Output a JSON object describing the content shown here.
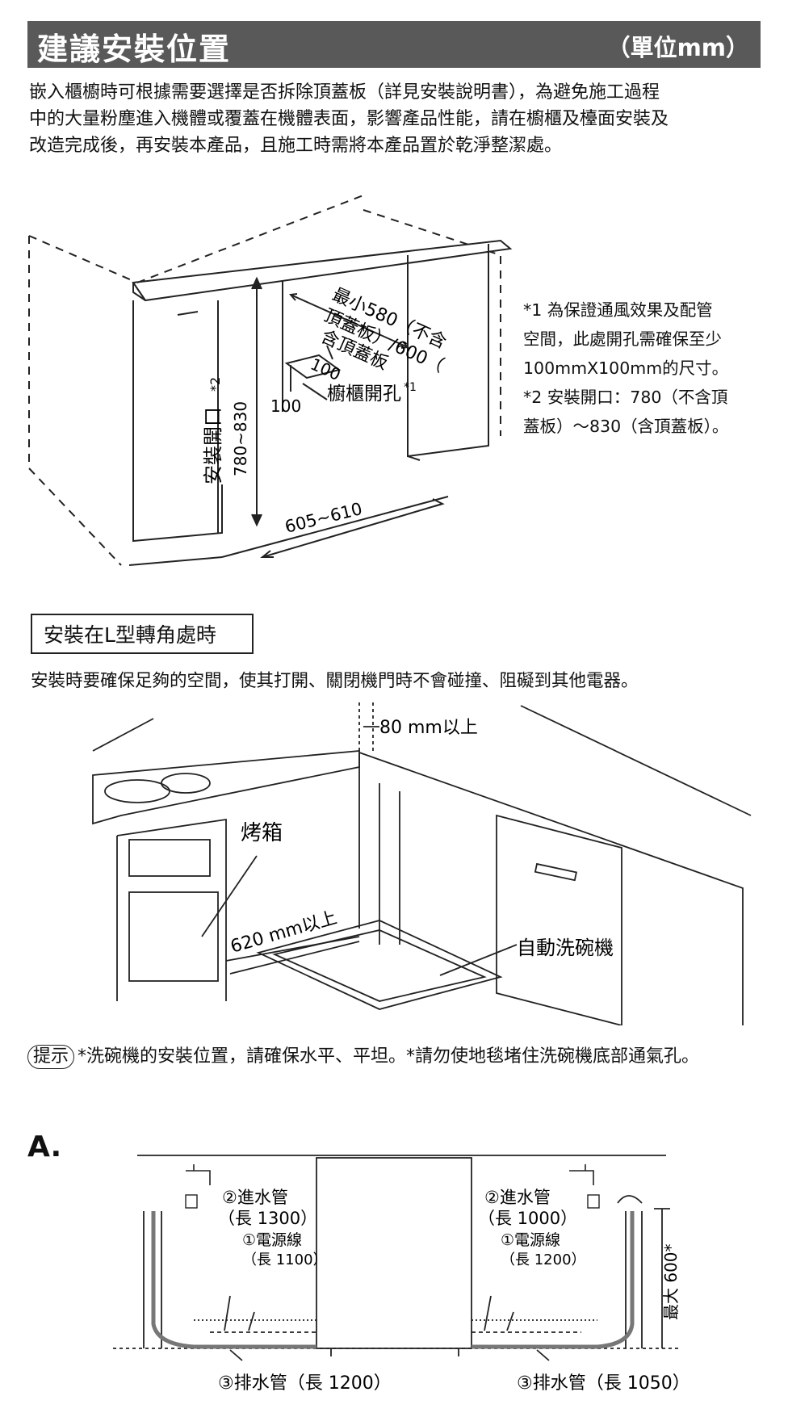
{
  "header": {
    "title": "建議安裝位置",
    "unit": "（單位mm）"
  },
  "intro": {
    "lines": [
      "嵌入櫃櫥時可根據需要選擇是否拆除頂蓋板（詳見安裝說明書），為避免施工過程",
      "中的大量粉塵進入機體或覆蓋在機體表面，影響產品性能，請在櫥櫃及檯面安裝及",
      "改造完成後，再安裝本產品，且施工時需將本產品置於乾淨整潔處。"
    ]
  },
  "cabinet_diagram": {
    "depth_label_lines": [
      "最小580（不含",
      "頂蓋板）/600（",
      "含頂蓋板"
    ],
    "hole_size": "100",
    "hole_height": "100",
    "hole_label": "櫥櫃開孔",
    "hole_mark": "*1",
    "opening_label": "安裝開口",
    "opening_mark": "*2",
    "height_range": "780~830",
    "width_range": "605~610"
  },
  "notes": {
    "note1_lines": [
      "*1 為保證通風效果及配管",
      "空間，此處開孔需確保至少",
      "100mmX100mm的尺寸。"
    ],
    "note2_lines": [
      "*2 安裝開口：780（不含頂",
      "蓋板）～830（含頂蓋板）。"
    ]
  },
  "l_corner": {
    "title": "安裝在L型轉角處時",
    "description": "安裝時要確保足夠的空間，使其打開、關閉機門時不會碰撞、阻礙到其他電器。",
    "clearance_top": "80 mm以上",
    "oven_label": "烤箱",
    "clearance_front": "620 mm以上",
    "dishwasher_label": "自動洗碗機"
  },
  "tip": {
    "badge": "提示",
    "text": "*洗碗機的安裝位置，請確保水平、平坦。*請勿使地毯堵住洗碗機底部通氣孔。"
  },
  "section_a": {
    "label": "A.",
    "left": {
      "inlet_label": "②進水管",
      "inlet_length": "（長 1300）",
      "power_label": "①電源線",
      "power_length": "（長 1100）",
      "drain_label": "③排水管（長 1200）"
    },
    "right": {
      "inlet_label": "②進水管",
      "inlet_length": "（長 1000）",
      "power_label": "①電源線",
      "power_length": "（長 1200）",
      "drain_label": "③排水管（長 1050）"
    },
    "max_height": "最大 600*"
  },
  "icons": [
    "faucet-icon",
    "power-outlet-icon",
    "curved-arrow-icon"
  ]
}
